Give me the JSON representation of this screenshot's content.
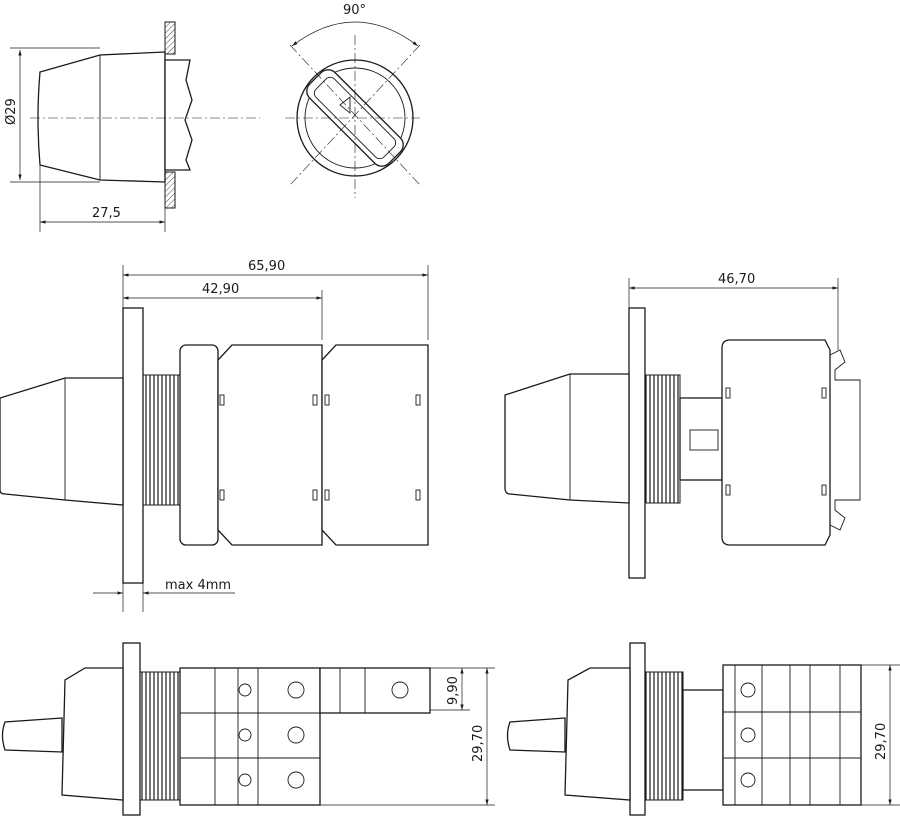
{
  "drawing": {
    "title": "Rotary cam switch dimension drawing",
    "dimensions": {
      "angle": "90°",
      "diameter": "Ø29",
      "knob_depth": "27,5",
      "total_length_2_modules": "65,90",
      "length_1_module": "42,90",
      "length_din_version": "46,70",
      "panel_thickness": "max 4mm",
      "terminal_pitch": "9,90",
      "module_height_left": "29,70",
      "module_height_right": "29,70"
    }
  }
}
